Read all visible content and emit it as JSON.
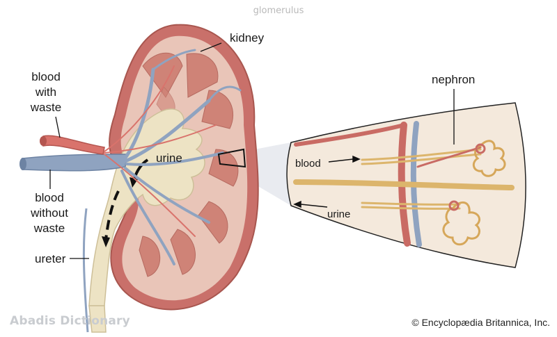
{
  "header": {
    "title": "glomerulus"
  },
  "labels": {
    "kidney": "kidney",
    "blood_with_waste": [
      "blood",
      "with",
      "waste"
    ],
    "blood_without_waste": [
      "blood",
      "without",
      "waste"
    ],
    "ureter": "ureter",
    "urine_inner": "urine",
    "nephron": "nephron",
    "blood_detail": "blood",
    "urine_detail": "urine"
  },
  "footer": {
    "watermark": "Abadis Dictionary",
    "credit": "© Encyclopædia Britannica, Inc."
  },
  "colors": {
    "kidney_outer": "#c9706a",
    "kidney_cortex": "#e9c5b8",
    "pyramid": "#cf8377",
    "pelvis": "#ede3c4",
    "vein": "#8fa3c0",
    "artery": "#d9736c",
    "detail_bg": "#f4e9dc",
    "tubule": "#dcb56c"
  }
}
